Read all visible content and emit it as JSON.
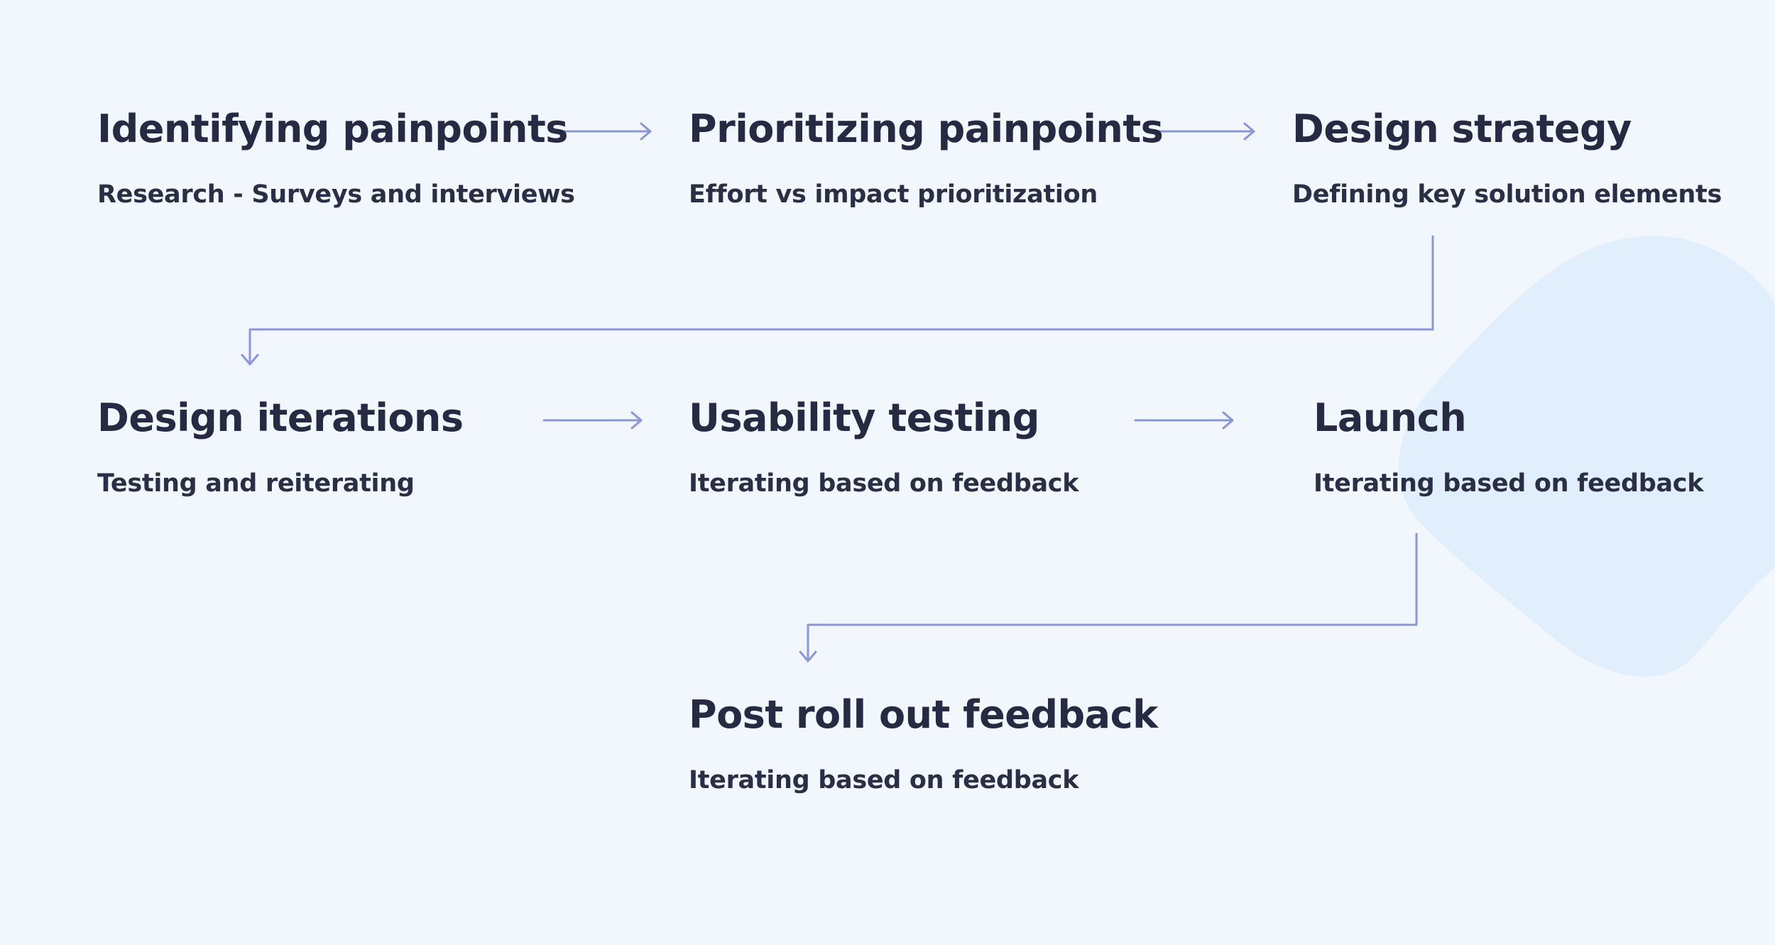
{
  "colors": {
    "background": "#f2f6fd",
    "text": "#262a42",
    "connector": "#8b96dc",
    "blob": "#e1effd"
  },
  "steps": [
    {
      "title": "Identifying painpoints",
      "subtitle": "Research - Surveys and interviews"
    },
    {
      "title": "Prioritizing painpoints",
      "subtitle": "Effort vs impact prioritization"
    },
    {
      "title": "Design strategy",
      "subtitle": "Defining key solution elements"
    },
    {
      "title": "Design iterations",
      "subtitle": "Testing and reiterating"
    },
    {
      "title": "Usability testing",
      "subtitle": "Iterating based on feedback"
    },
    {
      "title": "Launch",
      "subtitle": "Iterating based on feedback"
    },
    {
      "title": "Post roll out feedback",
      "subtitle": "Iterating based on feedback"
    }
  ]
}
